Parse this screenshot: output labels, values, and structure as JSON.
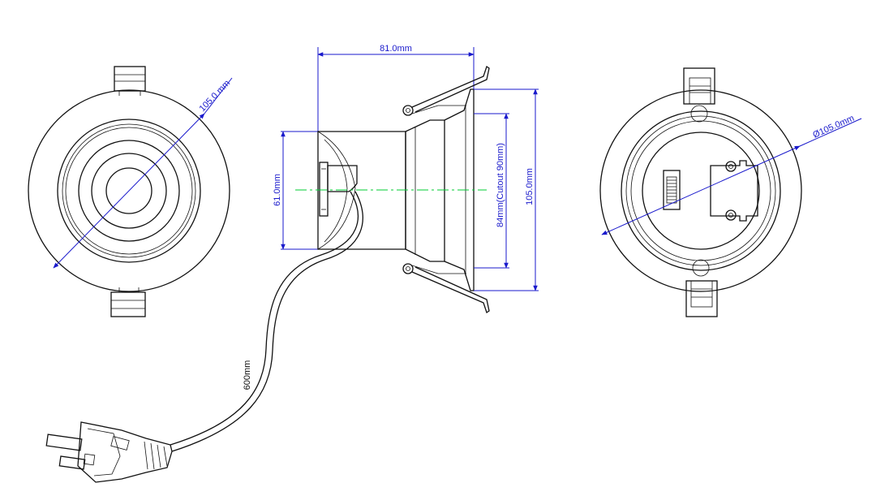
{
  "dimensions": {
    "front_diameter": "105.0 mm",
    "top_width": "81.0mm",
    "body_height": "61.0mm",
    "cutout": "84mm(Cutout 90mm)",
    "outer_height": "105.0mm",
    "back_diameter": "Ø105.0mm",
    "cable_length": "600mm"
  },
  "colors": {
    "line": "#111111",
    "dimension": "#1a1acc",
    "centerline": "#00cc33"
  }
}
